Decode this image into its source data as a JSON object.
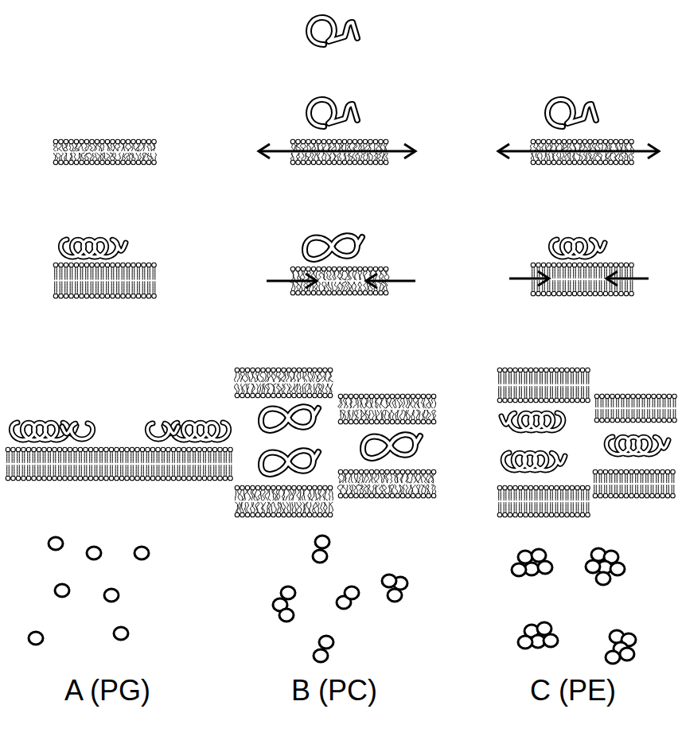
{
  "diagram": {
    "labels": [
      "A (PG)",
      "B (PC)",
      "C (PE)"
    ]
  }
}
